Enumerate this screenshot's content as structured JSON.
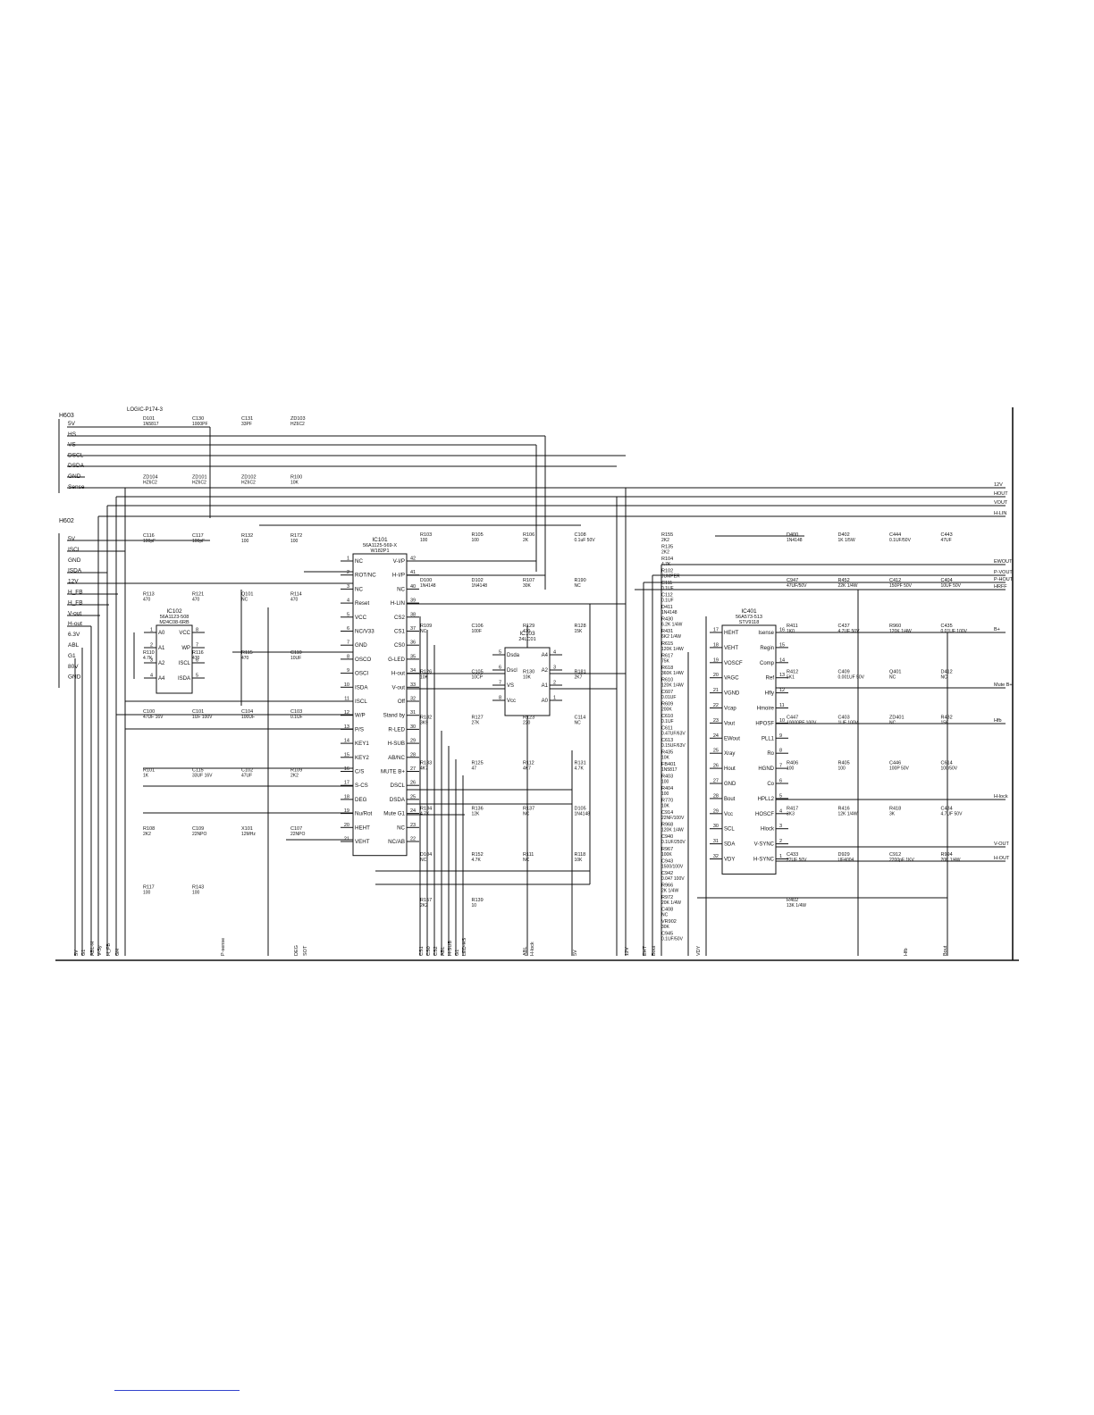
{
  "header_fragment": "LOGIC-P174-3",
  "connectors": {
    "h603": {
      "name": "H603",
      "pins": [
        "5V",
        "HS",
        "VS",
        "DSCL",
        "DSDA",
        "GND",
        "Sense"
      ]
    },
    "h602": {
      "name": "H602",
      "pins": [
        "5V",
        "ISCL",
        "GND",
        "ISDA",
        "12V",
        "H_FB",
        "H_FB",
        "V-out",
        "H-out",
        "6.3V",
        "ABL",
        "G1",
        "80V",
        "GND"
      ]
    }
  },
  "ic101": {
    "ref": "IC101",
    "part": "56A1125-569-X",
    "sub": "W182P1",
    "left_pins": [
      {
        "n": "1",
        "name": "NC"
      },
      {
        "n": "2",
        "name": "ROT/NC"
      },
      {
        "n": "3",
        "name": "NC"
      },
      {
        "n": "4",
        "name": "Reset"
      },
      {
        "n": "5",
        "name": "VCC"
      },
      {
        "n": "6",
        "name": "NC/V33"
      },
      {
        "n": "7",
        "name": "GND"
      },
      {
        "n": "8",
        "name": "OSCO"
      },
      {
        "n": "9",
        "name": "OSCI"
      },
      {
        "n": "10",
        "name": "ISDA"
      },
      {
        "n": "11",
        "name": "ISCL"
      },
      {
        "n": "12",
        "name": "W/P"
      },
      {
        "n": "13",
        "name": "P/S"
      },
      {
        "n": "14",
        "name": "KEY1"
      },
      {
        "n": "15",
        "name": "KEY2"
      },
      {
        "n": "16",
        "name": "C/S"
      },
      {
        "n": "17",
        "name": "S-CS"
      },
      {
        "n": "18",
        "name": "DEG"
      },
      {
        "n": "19",
        "name": "Nu/Rot"
      },
      {
        "n": "20",
        "name": "HEHT"
      },
      {
        "n": "21",
        "name": "VEHT"
      }
    ],
    "right_pins": [
      {
        "n": "42",
        "name": "V-I/P"
      },
      {
        "n": "41",
        "name": "H-I/P"
      },
      {
        "n": "40",
        "name": "NC"
      },
      {
        "n": "39",
        "name": "H-LIN"
      },
      {
        "n": "38",
        "name": "CS2"
      },
      {
        "n": "37",
        "name": "CS1"
      },
      {
        "n": "36",
        "name": "CS0"
      },
      {
        "n": "35",
        "name": "G-LED"
      },
      {
        "n": "34",
        "name": "H-out"
      },
      {
        "n": "33",
        "name": "V-out"
      },
      {
        "n": "32",
        "name": "Off"
      },
      {
        "n": "31",
        "name": "Stand by"
      },
      {
        "n": "30",
        "name": "R-LED"
      },
      {
        "n": "29",
        "name": "H-SUB"
      },
      {
        "n": "28",
        "name": "AB/NC"
      },
      {
        "n": "27",
        "name": "MUTE B+"
      },
      {
        "n": "26",
        "name": "DSCL"
      },
      {
        "n": "25",
        "name": "DSDA"
      },
      {
        "n": "24",
        "name": "Mute G1"
      },
      {
        "n": "23",
        "name": "NC"
      },
      {
        "n": "22",
        "name": "NC/AB"
      }
    ]
  },
  "ic102": {
    "ref": "IC102",
    "part": "56A1123-508",
    "sub": "M24C08-6RB",
    "left_pins": [
      {
        "n": "1",
        "name": "A0"
      },
      {
        "n": "2",
        "name": "A1"
      },
      {
        "n": "3",
        "name": "A2"
      },
      {
        "n": "4",
        "name": "A4"
      }
    ],
    "right_pins": [
      {
        "n": "8",
        "name": "VCC"
      },
      {
        "n": "7",
        "name": "WP"
      },
      {
        "n": "6",
        "name": "ISCL"
      },
      {
        "n": "5",
        "name": "ISDA"
      }
    ]
  },
  "ic103": {
    "ref": "IC103",
    "part": "24LC01",
    "left_pins": [
      {
        "n": "5",
        "name": "Dsda"
      },
      {
        "n": "6",
        "name": "Dscl"
      },
      {
        "n": "7",
        "name": "VS"
      },
      {
        "n": "8",
        "name": "Vcc"
      }
    ],
    "right_pins": [
      {
        "n": "4",
        "name": "A4"
      },
      {
        "n": "3",
        "name": "A2"
      },
      {
        "n": "2",
        "name": "A1"
      },
      {
        "n": "1",
        "name": "A0"
      }
    ]
  },
  "ic401": {
    "ref": "IC401",
    "part": "56A573-513",
    "sub": "STV9118",
    "left_pins": [
      {
        "n": "17",
        "name": "HEHT"
      },
      {
        "n": "18",
        "name": "VEHT"
      },
      {
        "n": "19",
        "name": "VOSCF"
      },
      {
        "n": "20",
        "name": "VAGC"
      },
      {
        "n": "21",
        "name": "VGND"
      },
      {
        "n": "22",
        "name": "Vcap"
      },
      {
        "n": "23",
        "name": "Vout"
      },
      {
        "n": "24",
        "name": "EWout"
      },
      {
        "n": "25",
        "name": "Xray"
      },
      {
        "n": "26",
        "name": "Hout"
      },
      {
        "n": "27",
        "name": "GND"
      },
      {
        "n": "28",
        "name": "Bout"
      },
      {
        "n": "29",
        "name": "Vcc"
      },
      {
        "n": "30",
        "name": "SCL"
      },
      {
        "n": "31",
        "name": "SDA"
      },
      {
        "n": "32",
        "name": "VDY"
      }
    ],
    "right_pins": [
      {
        "n": "16",
        "name": "Isense"
      },
      {
        "n": "15",
        "name": "Regin"
      },
      {
        "n": "14",
        "name": "Comp"
      },
      {
        "n": "13",
        "name": "Ref"
      },
      {
        "n": "12",
        "name": "Hfly"
      },
      {
        "n": "11",
        "name": "Hmoire"
      },
      {
        "n": "10",
        "name": "HPOSF"
      },
      {
        "n": "9",
        "name": "PLL1"
      },
      {
        "n": "8",
        "name": "Ro"
      },
      {
        "n": "7",
        "name": "HGND"
      },
      {
        "n": "6",
        "name": "Co"
      },
      {
        "n": "5",
        "name": "HPLL2"
      },
      {
        "n": "4",
        "name": "HOSCF"
      },
      {
        "n": "3",
        "name": "Hlock"
      },
      {
        "n": "2",
        "name": "V-SYNC"
      },
      {
        "n": "1",
        "name": "H-SYNC"
      }
    ]
  },
  "right_outputs": [
    "12V",
    "HOUT",
    "VOUT",
    "H-LIN",
    "EWOUT",
    "P-VOUT",
    "P-HOUT",
    "HRFF",
    "B+",
    "Mute B+",
    "Hfb",
    "H-lock",
    "V-OUT",
    "H-OUT"
  ],
  "bottom_nets": [
    "5V",
    "G1",
    "ABL-H",
    "V-Sy",
    "H_FB",
    "GH",
    "P-sense",
    "DEG",
    "SOT",
    "CS1",
    "CS0",
    "CS2",
    "ABL",
    "H-SUB",
    "G1",
    "LED-HS",
    "ABL",
    "H-lock",
    "5V",
    "12V",
    "EHT",
    "Bout",
    "VDY",
    "Hfb",
    "Bout"
  ],
  "components": [
    {
      "ref": "D101",
      "val": "1N5817"
    },
    {
      "ref": "C130",
      "val": "1000PF"
    },
    {
      "ref": "C131",
      "val": "33PF"
    },
    {
      "ref": "ZD103",
      "val": "HZ6C2"
    },
    {
      "ref": "ZD104",
      "val": "HZ6C2"
    },
    {
      "ref": "ZD101",
      "val": "HZ6C2"
    },
    {
      "ref": "ZD102",
      "val": "HZ6C2"
    },
    {
      "ref": "R100",
      "val": "10K"
    },
    {
      "ref": "C116",
      "val": "100pF"
    },
    {
      "ref": "C117",
      "val": "100pF"
    },
    {
      "ref": "R132",
      "val": "100"
    },
    {
      "ref": "R172",
      "val": "100"
    },
    {
      "ref": "R113",
      "val": "470"
    },
    {
      "ref": "R121",
      "val": "470"
    },
    {
      "ref": "Q101",
      "val": "NC"
    },
    {
      "ref": "R114",
      "val": "470"
    },
    {
      "ref": "R110",
      "val": "4.7K"
    },
    {
      "ref": "R116",
      "val": "470"
    },
    {
      "ref": "R115",
      "val": "470"
    },
    {
      "ref": "C110",
      "val": "10UF"
    },
    {
      "ref": "C100",
      "val": "47UF 16V"
    },
    {
      "ref": "C101",
      "val": "1UF 100V"
    },
    {
      "ref": "C104",
      "val": "100UF"
    },
    {
      "ref": "C103",
      "val": "0.1UF"
    },
    {
      "ref": "R101",
      "val": "1K"
    },
    {
      "ref": "C115",
      "val": "33UF 16V"
    },
    {
      "ref": "C102",
      "val": "47UF"
    },
    {
      "ref": "R109",
      "val": "2K2"
    },
    {
      "ref": "R108",
      "val": "2K2"
    },
    {
      "ref": "C109",
      "val": "22NPO"
    },
    {
      "ref": "X101",
      "val": "12MHz"
    },
    {
      "ref": "C107",
      "val": "22NPO"
    },
    {
      "ref": "R117",
      "val": "100"
    },
    {
      "ref": "R143",
      "val": "100"
    },
    {
      "ref": "R103",
      "val": "100"
    },
    {
      "ref": "R105",
      "val": "100"
    },
    {
      "ref": "R106",
      "val": "2K"
    },
    {
      "ref": "C108",
      "val": "0.1uF 50V"
    },
    {
      "ref": "D100",
      "val": "1N4148"
    },
    {
      "ref": "D102",
      "val": "1N4148"
    },
    {
      "ref": "R107",
      "val": "30K"
    },
    {
      "ref": "R190",
      "val": "NC"
    },
    {
      "ref": "R109",
      "val": "NC"
    },
    {
      "ref": "C106",
      "val": "100F"
    },
    {
      "ref": "R129",
      "val": "470"
    },
    {
      "ref": "R128",
      "val": "15K"
    },
    {
      "ref": "R126",
      "val": "10K"
    },
    {
      "ref": "C105",
      "val": "10CP"
    },
    {
      "ref": "R130",
      "val": "10K"
    },
    {
      "ref": "R181",
      "val": "2K7"
    },
    {
      "ref": "R182",
      "val": "3K9"
    },
    {
      "ref": "R127",
      "val": "27K"
    },
    {
      "ref": "R123",
      "val": "220"
    },
    {
      "ref": "C114",
      "val": "NC"
    },
    {
      "ref": "R133",
      "val": "4K7"
    },
    {
      "ref": "R125",
      "val": "47"
    },
    {
      "ref": "R112",
      "val": "4K7"
    },
    {
      "ref": "R131",
      "val": "4.7K"
    },
    {
      "ref": "R134",
      "val": "4.7K"
    },
    {
      "ref": "R136",
      "val": "12K"
    },
    {
      "ref": "R137",
      "val": "NC"
    },
    {
      "ref": "D105",
      "val": "1N4148"
    },
    {
      "ref": "D104",
      "val": "NC"
    },
    {
      "ref": "R152",
      "val": "4.7K"
    },
    {
      "ref": "R111",
      "val": "NC"
    },
    {
      "ref": "R118",
      "val": "10K"
    },
    {
      "ref": "R157",
      "val": "2K2"
    },
    {
      "ref": "R139",
      "val": "10"
    },
    {
      "ref": "R155",
      "val": "2K2"
    },
    {
      "ref": "R135",
      "val": "2K2"
    },
    {
      "ref": "R104",
      "val": "4.7K"
    },
    {
      "ref": "R102",
      "val": "JUMPER"
    },
    {
      "ref": "C111",
      "val": "0.1UF"
    },
    {
      "ref": "C112",
      "val": "0.1UF"
    },
    {
      "ref": "D411",
      "val": "1N4148"
    },
    {
      "ref": "R430",
      "val": "6.2K 1/4W"
    },
    {
      "ref": "R431",
      "val": "6K2 1/4W"
    },
    {
      "ref": "R615",
      "val": "120K 1/4W"
    },
    {
      "ref": "R617",
      "val": "75K"
    },
    {
      "ref": "R618",
      "val": "360K 1/4W"
    },
    {
      "ref": "R610",
      "val": "120K 1/4W"
    },
    {
      "ref": "C607",
      "val": "0.01UF"
    },
    {
      "ref": "R609",
      "val": "200K"
    },
    {
      "ref": "C610",
      "val": "0.1UF"
    },
    {
      "ref": "C611",
      "val": "0.47UF/63V"
    },
    {
      "ref": "C613",
      "val": "0.15UF/63V"
    },
    {
      "ref": "R435",
      "val": "10K"
    },
    {
      "ref": "FB401",
      "val": "1N5817"
    },
    {
      "ref": "R403",
      "val": "100"
    },
    {
      "ref": "R404",
      "val": "100"
    },
    {
      "ref": "R770",
      "val": "10K"
    },
    {
      "ref": "C914",
      "val": "22NF/100V"
    },
    {
      "ref": "R968",
      "val": "120K 1/4W"
    },
    {
      "ref": "C940",
      "val": "0.1UF/250V"
    },
    {
      "ref": "R967",
      "val": "100K"
    },
    {
      "ref": "C943",
      "val": "1500/100V"
    },
    {
      "ref": "C942",
      "val": "0.047 100V"
    },
    {
      "ref": "R966",
      "val": "2K 1/4W"
    },
    {
      "ref": "R972",
      "val": "20K 1/4W"
    },
    {
      "ref": "C408",
      "val": "NC"
    },
    {
      "ref": "VR902",
      "val": "30K"
    },
    {
      "ref": "C945",
      "val": "0.1UF/50V"
    },
    {
      "ref": "D400",
      "val": "1N4148"
    },
    {
      "ref": "D402",
      "val": "1K 1/5W"
    },
    {
      "ref": "C444",
      "val": "0.1UF/50V"
    },
    {
      "ref": "C443",
      "val": "47UF"
    },
    {
      "ref": "C947",
      "val": "47UF/50V"
    },
    {
      "ref": "R452",
      "val": "22K 1/4W"
    },
    {
      "ref": "C412",
      "val": "150PF 50V"
    },
    {
      "ref": "C404",
      "val": "10UF 50V"
    },
    {
      "ref": "R411",
      "val": "1K0"
    },
    {
      "ref": "C437",
      "val": "4.7UF 50V"
    },
    {
      "ref": "R960",
      "val": "120K 1/4W"
    },
    {
      "ref": "C435",
      "val": "0.01UF 100V"
    },
    {
      "ref": "R412",
      "val": "5K1"
    },
    {
      "ref": "C409",
      "val": "0.001UF 50V"
    },
    {
      "ref": "Q401",
      "val": "NC"
    },
    {
      "ref": "D412",
      "val": "NC"
    },
    {
      "ref": "C447",
      "val": "10000PF 100V"
    },
    {
      "ref": "C403",
      "val": "1UF 100V"
    },
    {
      "ref": "ZD401",
      "val": "NC"
    },
    {
      "ref": "R432",
      "val": "15K"
    },
    {
      "ref": "R406",
      "val": "100"
    },
    {
      "ref": "R405",
      "val": "100"
    },
    {
      "ref": "C446",
      "val": "100P 50V"
    },
    {
      "ref": "C614",
      "val": "100/50V"
    },
    {
      "ref": "R417",
      "val": "3K3"
    },
    {
      "ref": "R416",
      "val": "12K 1/4W"
    },
    {
      "ref": "R418",
      "val": "3K"
    },
    {
      "ref": "C434",
      "val": "4.7UF 50V"
    },
    {
      "ref": "C433",
      "val": "22UF 50V"
    },
    {
      "ref": "D929",
      "val": "UF4004"
    },
    {
      "ref": "C912",
      "val": "2200pF 1KV"
    },
    {
      "ref": "R994",
      "val": "20K 1/4W"
    },
    {
      "ref": "R402",
      "val": "13K 1/4W"
    }
  ]
}
